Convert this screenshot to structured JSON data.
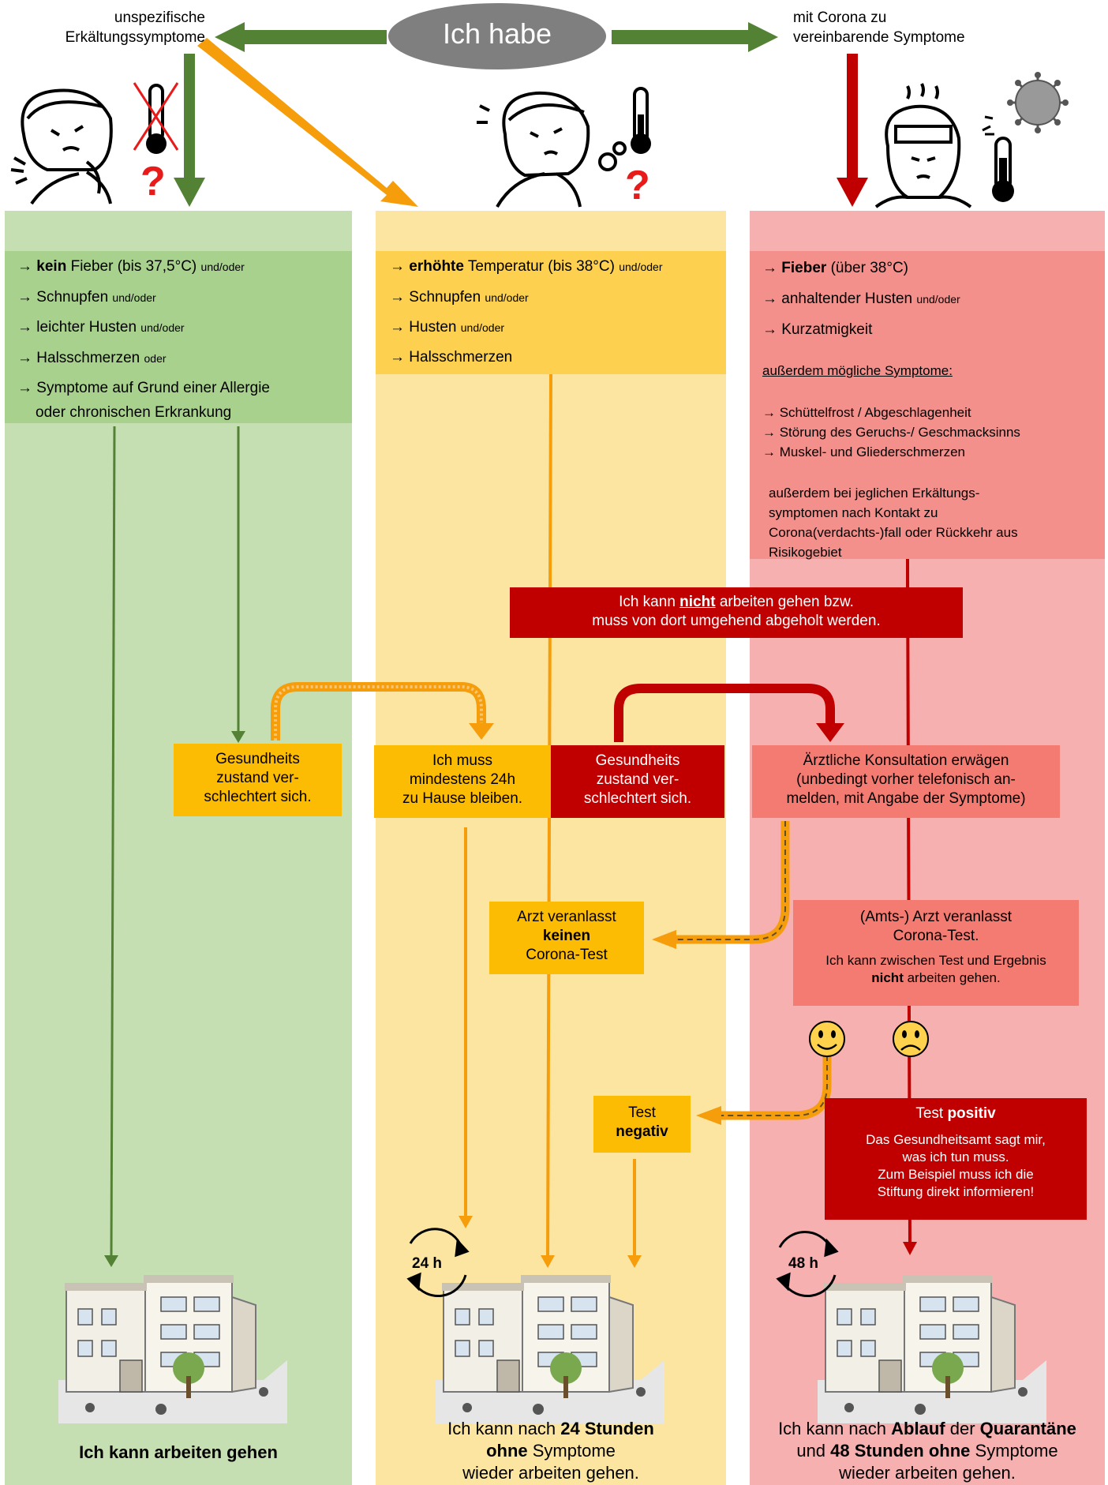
{
  "header": {
    "center": "Ich habe",
    "left": [
      "unspezifische",
      "Erkältungssymptome"
    ],
    "right": [
      "mit Corona zu",
      "vereinbarende Symptome"
    ]
  },
  "question_mark": "?",
  "green": {
    "symptoms": [
      {
        "arrow": "→",
        "bold": "kein",
        "text": " Fieber (bis 37,5°C) ",
        "suffix": "und/oder"
      },
      {
        "arrow": "→",
        "bold": "",
        "text": " Schnupfen ",
        "suffix": "und/oder"
      },
      {
        "arrow": "→",
        "bold": "",
        "text": " leichter Husten ",
        "suffix": "und/oder"
      },
      {
        "arrow": "→",
        "bold": "",
        "text": " Halsschmerzen ",
        "suffix": "oder"
      },
      {
        "arrow": "→",
        "bold": "",
        "text": " Symptome auf Grund einer Allergie",
        "suffix": ""
      }
    ],
    "symptom_cont": "oder chronischen Erkrankung",
    "worse": [
      "Gesundheits",
      "zustand ver-",
      "schlechtert sich."
    ],
    "final": "Ich kann arbeiten gehen"
  },
  "yellow": {
    "symptoms": [
      {
        "arrow": "→",
        "bold": "erhöhte",
        "text": " Temperatur (bis 38°C) ",
        "suffix": "und/oder"
      },
      {
        "arrow": "→",
        "bold": "",
        "text": " Schnupfen ",
        "suffix": "und/oder"
      },
      {
        "arrow": "→",
        "bold": "",
        "text": " Husten ",
        "suffix": "und/oder"
      },
      {
        "arrow": "→",
        "bold": "",
        "text": " Halsschmerzen",
        "suffix": ""
      }
    ],
    "stay_home": [
      "Ich muss",
      "mindestens 24h",
      "zu Hause bleiben."
    ],
    "worse_red": [
      "Gesundheits",
      "zustand ver-",
      "schlechtert sich."
    ],
    "no_test": {
      "l1": "Arzt veranlasst",
      "bold": "keinen",
      "l3": "Corona-Test"
    },
    "test_negative": {
      "l1": "Test",
      "bold": "negativ"
    },
    "timer": "24 h",
    "final": {
      "t1": "Ich kann nach ",
      "b1": "24 Stunden",
      "b2": "ohne",
      "t2": " Symptome",
      "t3": "wieder arbeiten gehen."
    }
  },
  "red": {
    "symptoms": [
      {
        "arrow": "→",
        "bold": "Fieber",
        "text": " (über 38°C)",
        "suffix": ""
      },
      {
        "arrow": "→",
        "bold": "",
        "text": " anhaltender Husten ",
        "suffix": "und/oder"
      },
      {
        "arrow": "→",
        "bold": "",
        "text": " Kurzatmigkeit",
        "suffix": ""
      }
    ],
    "also_heading": "außerdem mögliche Symptome:",
    "also_list": [
      "→ Schüttelfrost / Abgeschlagenheit",
      "→ Störung des Geruchs-/ Geschmacksinns",
      "→ Muskel- und Gliederschmerzen"
    ],
    "contact": [
      "außerdem bei jeglichen Erkältungs-",
      "symptomen nach Kontakt zu",
      "Corona(verdachts-)fall oder Rückkehr aus",
      "Risikogebiet"
    ],
    "cannot_work": {
      "t1": "Ich kann ",
      "u": "nicht",
      "t2": " arbeiten gehen bzw.",
      "l2": "muss von dort umgehend abgeholt werden."
    },
    "consult": [
      "Ärztliche Konsultation erwägen",
      "(unbedingt vorher telefonisch an-",
      "melden, mit Angabe der Symptome)"
    ],
    "test": {
      "l1": "(Amts-) Arzt veranlasst",
      "l2": "Corona-Test.",
      "l3": "Ich kann zwischen Test und Ergebnis",
      "bold": "nicht",
      "l4": " arbeiten gehen."
    },
    "positive": {
      "t1": "Test ",
      "bold": "positiv",
      "lines": [
        "Das Gesundheitsamt sagt mir,",
        "was ich tun muss.",
        "Zum Beispiel muss ich die",
        "Stiftung direkt informieren!"
      ]
    },
    "timer": "48 h",
    "final": {
      "t1": "Ich kann nach ",
      "b1": "Ablauf",
      "t2": " der ",
      "b2": "Quarantäne",
      "t3": "und ",
      "b3": "48 Stunden ohne",
      "t4": " Symptome",
      "t5": "wieder arbeiten gehen."
    }
  },
  "colors": {
    "green": "#548235",
    "orange": "#f59d0b",
    "red": "#c00000",
    "gray": "#7f7f7f"
  }
}
